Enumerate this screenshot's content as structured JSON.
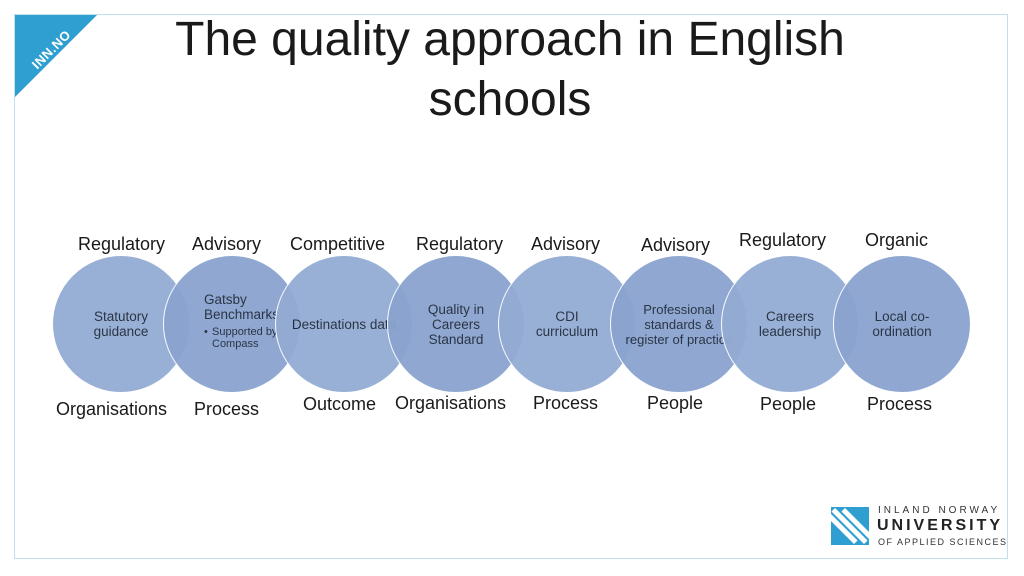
{
  "corner_tag": "INN.NO",
  "title": "The quality approach in English schools",
  "circles": [
    {
      "text": "Statutory guidance"
    },
    {
      "text": "Gatsby Benchmarks",
      "sub": "Supported by Compass"
    },
    {
      "text": "Destinations data"
    },
    {
      "text": "Quality in Careers Standard"
    },
    {
      "text": "CDI curriculum"
    },
    {
      "text": "Professional standards & register of practice"
    },
    {
      "text": "Careers leadership"
    },
    {
      "text": "Local co-ordination"
    }
  ],
  "top_labels": [
    "Regulatory",
    "Advisory",
    "Competitive",
    "Regulatory",
    "Advisory",
    "Advisory",
    "Regulatory",
    "Organic"
  ],
  "bottom_labels": [
    "Organisations",
    "Process",
    "Outcome",
    "Organisations",
    "Process",
    "People",
    "People",
    "Process"
  ],
  "logo": {
    "line1": "INLAND NORWAY",
    "line2": "UNIVERSITY",
    "line3": "OF APPLIED SCIENCES"
  },
  "colors": {
    "circle": "#94acd4",
    "accent": "#2e9fd0"
  }
}
